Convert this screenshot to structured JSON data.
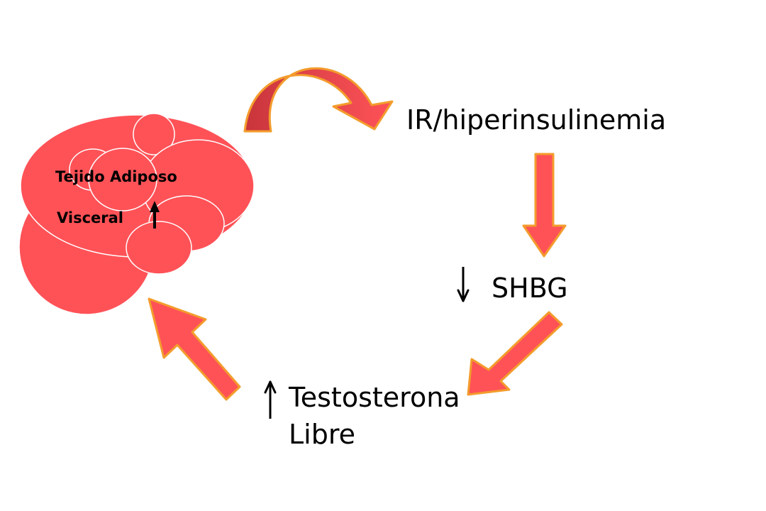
{
  "nodes": {
    "adipose_line1": "Tejido Adiposo",
    "adipose_line2": "Visceral",
    "insulin_resistance": "IR/hiperinsulinemia",
    "shbg": "SHBG",
    "testosterone_line1": "Testosterona",
    "testosterone_line2": "Libre"
  },
  "indicators": {
    "adipose": "increase",
    "shbg": "decrease",
    "testosterone": "increase"
  },
  "colors": {
    "fill": "#ff5257",
    "arrow_outline": "#f39c2c",
    "curved_arrow_shadow": "#c8343a",
    "blob_outline": "#ffffff",
    "text": "#000000"
  }
}
